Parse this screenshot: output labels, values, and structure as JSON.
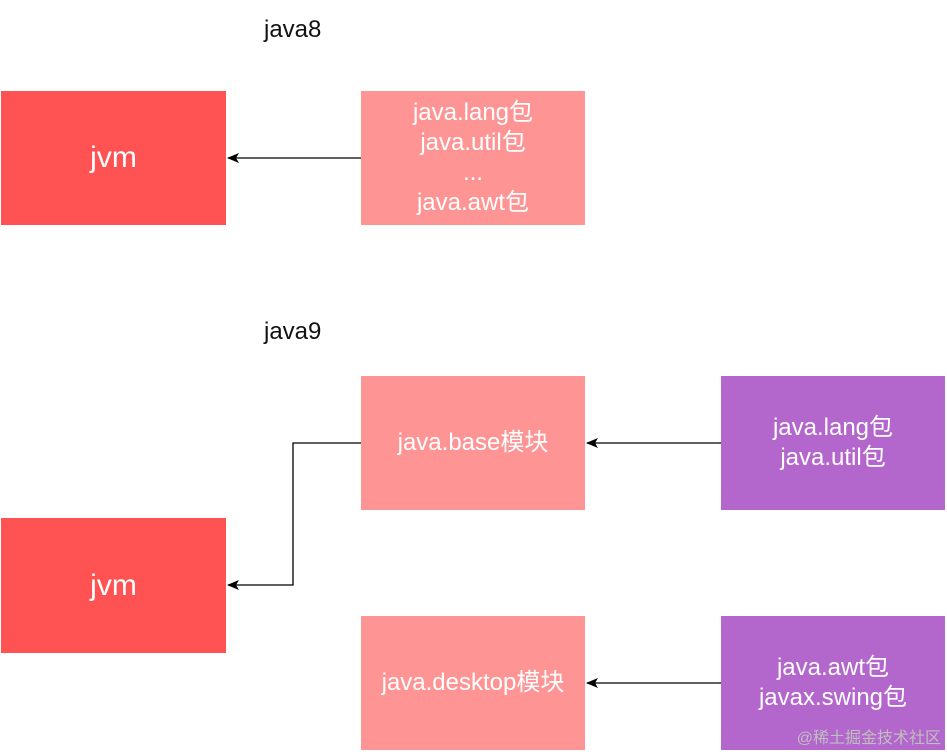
{
  "sections": {
    "java8": "java8",
    "java9": "java9"
  },
  "java8": {
    "jvm": "jvm",
    "packages": [
      "java.lang包",
      "java.util包",
      "...",
      "java.awt包"
    ]
  },
  "java9": {
    "jvm": "jvm",
    "base_module": "java.base模块",
    "desktop_module": "java.desktop模块",
    "base_packages": [
      "java.lang包",
      "java.util包"
    ],
    "desktop_packages": [
      "java.awt包",
      "javax.swing包"
    ]
  },
  "watermark": "@稀土掘金技术社区",
  "colors": {
    "jvm": "#ff5252",
    "module": "#ff9494",
    "package_group": "#b366cc",
    "arrow": "#000000"
  }
}
